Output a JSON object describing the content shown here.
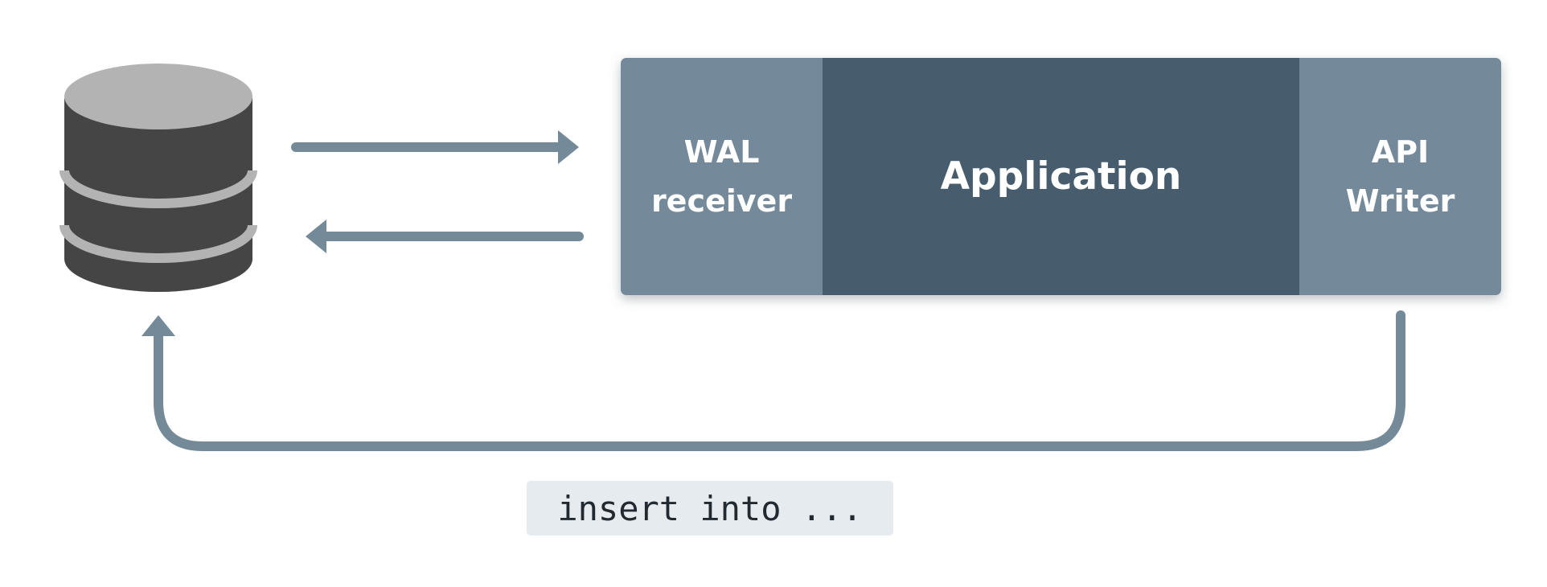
{
  "colors": {
    "arrow": "#748a99",
    "side_block": "#74899a",
    "main_block": "#475d6e",
    "database_body": "#454545",
    "database_top": "#b3b3b3",
    "code_background": "#e6ebef"
  },
  "database": {
    "icon": "database-icon"
  },
  "application": {
    "left_label": "WAL\nreceiver",
    "center_label": "Application",
    "right_label": "API\nWriter"
  },
  "code_label": "insert into ..."
}
